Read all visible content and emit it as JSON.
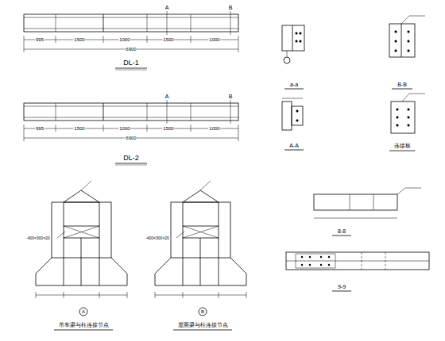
{
  "diagram": {
    "labels": [
      "A",
      "B",
      "995",
      "1500",
      "1000",
      "1500",
      "1000",
      "6900",
      "DL-1",
      "A",
      "B",
      "995",
      "1500",
      "1000",
      "1500",
      "1000",
      "6900",
      "DL-2",
      "a-a",
      "B-B",
      "A-A",
      "连接板",
      "8-8",
      "9-9",
      "A",
      "B",
      "吊车梁与柱连接节点",
      "屋面梁与柱连接节点",
      "-400×300×20",
      "-400×300×20"
    ]
  }
}
